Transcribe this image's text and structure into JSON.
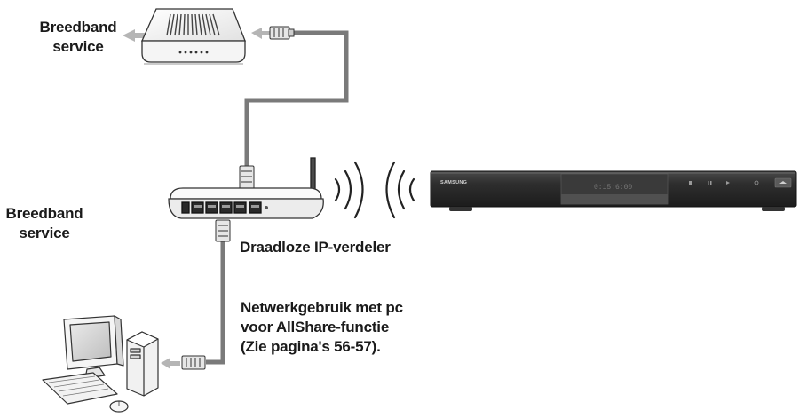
{
  "labels": {
    "broadband_top": [
      "Breedband",
      "service"
    ],
    "broadband_left": [
      "Breedband",
      "service"
    ],
    "wireless_router": "Draadloze IP-verdeler",
    "pc_network": [
      "Netwerkgebruik met pc",
      "voor AllShare-functie",
      "(Zie pagina's 56-57)."
    ]
  },
  "player": {
    "brand": "SAMSUNG",
    "display": "0:15:6:00"
  },
  "colors": {
    "cable": "#7a7a7a",
    "arrow": "#b5b5b5",
    "device_outline": "#333333",
    "player_body": "#2b2b2b"
  }
}
